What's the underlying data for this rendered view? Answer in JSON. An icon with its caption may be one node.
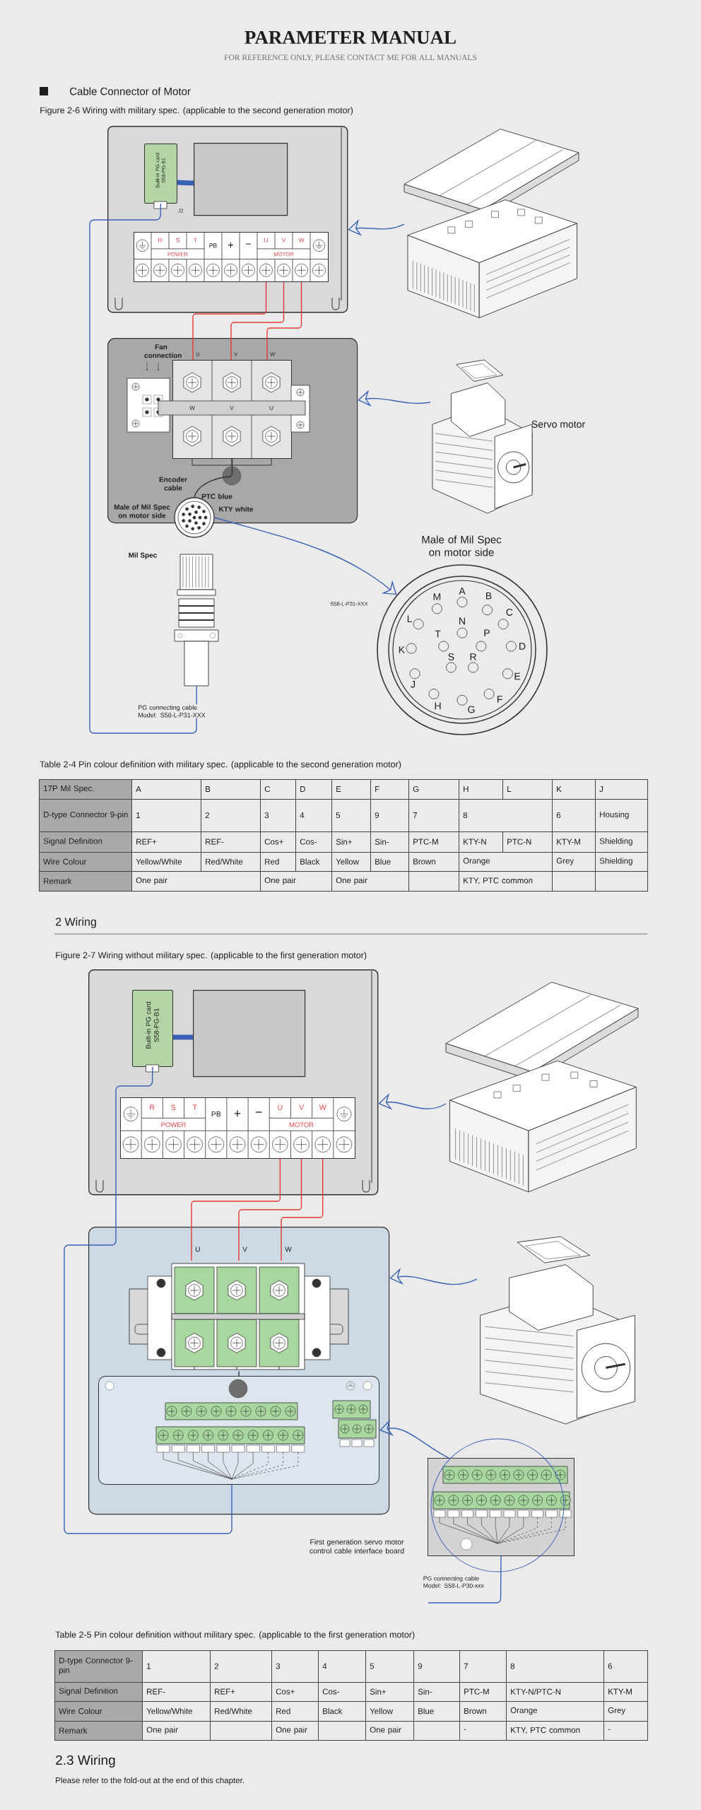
{
  "diagram": {
    "title": "PARAMETER MANUAL",
    "nodes": [
      {
        "text": [],
        "shape": "box"
      },
      {
        "text": [
          "Built-in PG card S58-PG-B1"
        ],
        "beside": [
          "J2"
        ],
        "in": 0
      },
      {
        "text": [],
        "shape": "box",
        "in": 0
      },
      {
        "text": [
          "R",
          "S",
          "T",
          "PB",
          "+",
          "−",
          "U",
          "V",
          "W",
          "POWER",
          "MOTOR"
        ],
        "in": 0
      },
      {
        "text": [],
        "shape": "picture"
      },
      {
        "text": [
          "Fan connection",
          "Encoder cable",
          "PTC blue",
          "KTY white"
        ]
      },
      {
        "text": [
          "W",
          "V",
          "U"
        ],
        "in": 5
      },
      {
        "text": [],
        "shape": "picture",
        "beside": [
          "Servo motor"
        ]
      },
      {
        "text": [],
        "shape": "circle",
        "beside": [
          "Male of Mil Spec on motor side"
        ]
      },
      {
        "text": [],
        "shape": "picture",
        "beside": [
          "Mil Spec"
        ]
      },
      {
        "text": [
          "Male of Mil Spec on motor side",
          "M",
          "A",
          "B",
          "L",
          "C",
          "N",
          "T",
          "P",
          "K",
          "D",
          "S",
          "R",
          "J",
          "E",
          "H",
          "F",
          "G"
        ]
      },
      {
        "text": [],
        "shape": "box"
      },
      {
        "text": [
          "Built-in PG card S58-PG-B1"
        ],
        "in": 11
      },
      {
        "text": [],
        "shape": "box",
        "in": 11
      },
      {
        "text": [
          "R",
          "S",
          "T",
          "PB",
          "+",
          "−",
          "U",
          "V",
          "W",
          "POWER",
          "MOTOR"
        ],
        "in": 11
      },
      {
        "text": [],
        "shape": "picture"
      },
      {
        "text": [],
        "shape": "box"
      },
      {
        "text": [],
        "shape": "box",
        "in": 16
      },
      {
        "text": [],
        "shape": "box",
        "in": 16
      },
      {
        "text": [],
        "shape": "picture"
      },
      {
        "text": [],
        "shape": "box",
        "beside": [
          "First generation servo motor control cable interface board"
        ]
      }
    ],
    "edges": [
      {
        "from": 1,
        "to": 2,
        "arrow": "none",
        "style": "thick"
      },
      {
        "from": 4,
        "to": 0,
        "arrow": "to"
      },
      {
        "from": 3,
        "to": 6,
        "arrow": "none",
        "color": "#e53935"
      },
      {
        "from": 3,
        "to": 6,
        "arrow": "none",
        "color": "#e53935"
      },
      {
        "from": 3,
        "to": 6,
        "arrow": "none",
        "color": "#e53935"
      },
      {
        "from": 7,
        "to": 5,
        "arrow": "to"
      },
      {
        "from": 6,
        "to": 8,
        "arrow": "none",
        "color": "#333333"
      },
      {
        "from": 8,
        "to": 10,
        "arrow": "to"
      },
      {
        "from": 1,
        "to": 9,
        "arrow": "none",
        "label": "PG connecting cable Model: S58-L-P31-XXX"
      },
      {
        "from": 12,
        "to": 13,
        "arrow": "none",
        "style": "thick"
      },
      {
        "from": 15,
        "to": 11,
        "arrow": "to"
      },
      {
        "from": 14,
        "to": 17,
        "arrow": "none",
        "color": "#e53935"
      },
      {
        "from": 14,
        "to": 17,
        "arrow": "none",
        "color": "#e53935"
      },
      {
        "from": 14,
        "to": 17,
        "arrow": "none",
        "color": "#e53935"
      },
      {
        "from": 19,
        "to": 16,
        "arrow": "to"
      },
      {
        "from": 17,
        "to": 18,
        "arrow": "none",
        "color": "#333333"
      },
      {
        "from": 12,
        "to": 18,
        "arrow": "none"
      },
      {
        "from": 20,
        "to": 18,
        "arrow": "to"
      },
      {
        "from": 20,
        "to": null,
        "arrow": "none",
        "label": "PG connecting cable Model: S58-L-P30-xxx"
      }
    ],
    "labels": [
      "FOR REFERENCE ONLY, PLEASE CONTACT ME FOR ALL MANUALS",
      "Cable Connector of Motor",
      "Figure 2-6 Wiring with military spec. (applicable to the second generation motor)",
      "U",
      "V",
      "W",
      "S58-L-P31-XXX",
      "Table 2-4 Pin colour definition with military spec. (applicable to the second generation motor)",
      "17P Mil Spec.",
      "A",
      "B",
      "C",
      "D",
      "E",
      "F",
      "G",
      "H",
      "L",
      "K",
      "J",
      "D-type Connector 9-pin",
      "1",
      "2",
      "3",
      "4",
      "5",
      "9",
      "7",
      "8",
      "6",
      "Housing",
      "Signal Definition",
      "REF+",
      "REF-",
      "Cos+",
      "Cos-",
      "Sin+",
      "Sin-",
      "PTC-M",
      "KTY-N",
      "PTC-N",
      "KTY-M",
      "Shielding",
      "Wire Colour",
      "Yellow/White",
      "Red/White",
      "Red",
      "Black",
      "Yellow",
      "Blue",
      "Brown",
      "Orange",
      "Grey",
      "Shielding",
      "Remark",
      "One pair",
      "One pair",
      "One pair",
      "KTY, PTC common",
      "2 Wiring",
      "Figure 2-7 Wiring without military spec. (applicable to the first generation motor)",
      "U",
      "V",
      "W",
      "Table 2-5 Pin colour definition without military spec. (applicable to the first generation motor)",
      "D-type Connector 9-pin",
      "1",
      "2",
      "3",
      "4",
      "5",
      "9",
      "7",
      "8",
      "6",
      "Signal Definition",
      "REF-",
      "REF+",
      "Cos+",
      "Cos-",
      "Sin+",
      "Sin-",
      "PTC-M",
      "KTY-N/PTC-N",
      "KTY-M",
      "Wire Colour",
      "Yellow/White",
      "Red/White",
      "Red",
      "Black",
      "Yellow",
      "Blue",
      "Brown",
      "Orange",
      "Grey",
      "Remark",
      "One pair",
      "One pair",
      "One pair",
      "-",
      "KTY, PTC common",
      "-",
      "2.3 Wiring",
      "Please refer to the fold-out at the end of this chapter."
    ]
  }
}
